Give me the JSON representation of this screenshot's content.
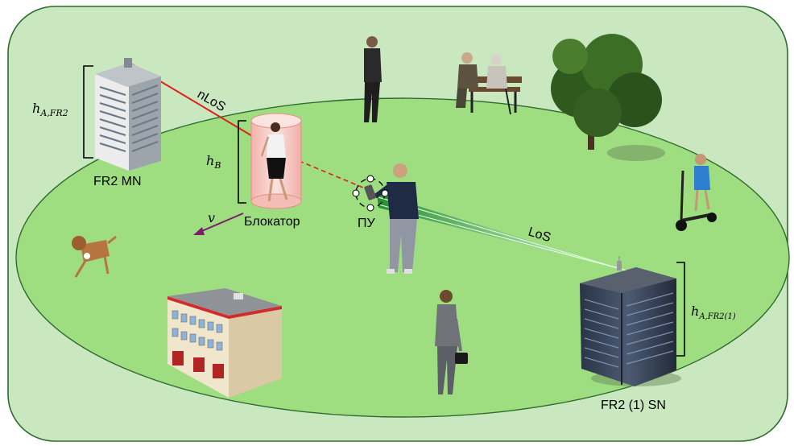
{
  "labels": {
    "fr2_mn": "FR2 MN",
    "fr2_sn": "FR2 (1) SN",
    "blocker": "Блокатор",
    "ue": "ПУ",
    "los": "LoS",
    "nlos": "nLoS",
    "h_b_base": "h",
    "h_b_sub": "B",
    "h_a_fr2_base": "h",
    "h_a_fr2_sub": "A,FR2",
    "h_a_fr2_1_base": "h",
    "h_a_fr2_1_sub": "A,FR2(1)",
    "velocity": "v"
  },
  "colors": {
    "outer_field": "#c9e8bf",
    "outer_border": "#2f6b2f",
    "inner_field": "#9edd80",
    "nlos_line": "#e02020",
    "los_beam": "#2e9e3a",
    "velocity_arrow": "#7a1f6a",
    "blocker_cylinder": "#f6c9c4"
  },
  "icons": [
    "building-mn-icon",
    "building-sn-icon",
    "building-lowrise-icon",
    "tree-icon",
    "person-blocker-icon",
    "person-ue-icon",
    "person-standing-icon",
    "people-bench-icon",
    "child-scooter-icon",
    "woman-briefcase-icon",
    "dog-icon"
  ]
}
